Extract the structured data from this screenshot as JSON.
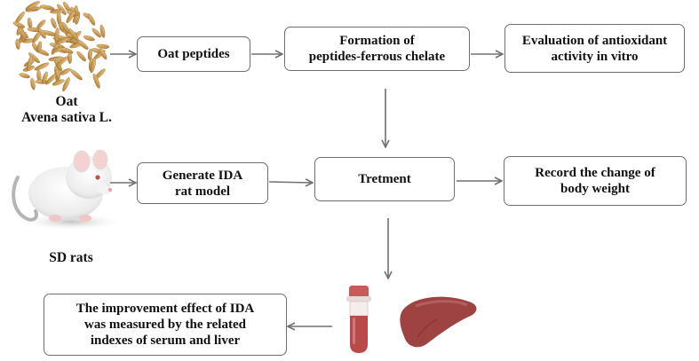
{
  "nodes": {
    "oat_peptides": "Oat peptides",
    "chelate": "Formation of\npeptides-ferrous chelate",
    "antioxidant": "Evaluation of antioxidant\nactivity in vitro",
    "ida_model": "Generate IDA\nrat model",
    "treatment": "Tretment",
    "body_weight": "Record the change of\nbody weight",
    "improvement": "The improvement effect of IDA\nwas measured by the related\nindexes of serum and liver"
  },
  "labels": {
    "oat": "Oat\nAvena sativa L.",
    "rats": "SD rats"
  },
  "colors": {
    "box_border": "#6e6e6e",
    "arrow": "#707070",
    "tube_red": "#b84a4a",
    "liver": "#9e4242"
  },
  "icons": [
    "oat-grain-icon",
    "rat-icon",
    "blood-tube-icon",
    "liver-icon"
  ]
}
